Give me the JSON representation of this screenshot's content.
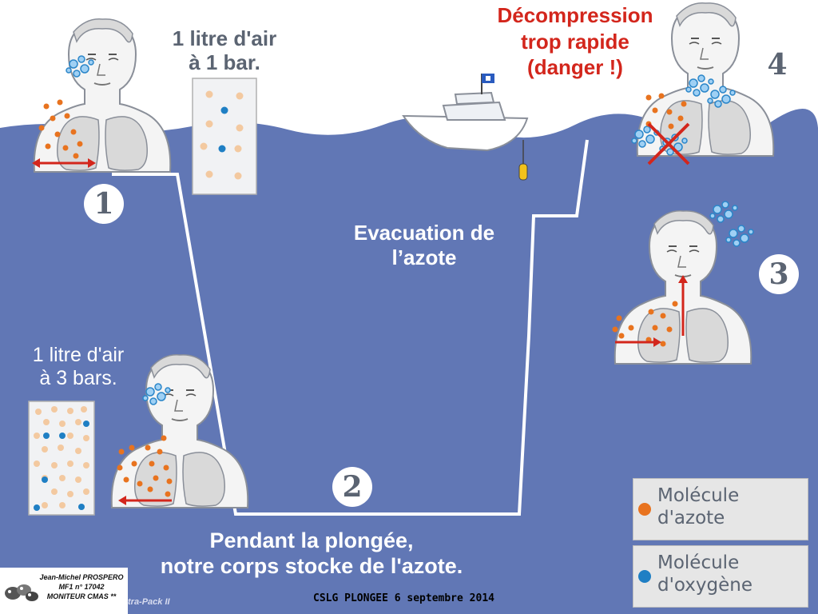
{
  "stage1": {
    "number": "1",
    "label_line1": "1 litre d'air",
    "label_line2": "à 1 bar."
  },
  "stage2": {
    "number": "2",
    "label_line1": "Pendant la plongée,",
    "label_line2": "notre corps stocke de l'azote."
  },
  "stage3": {
    "number": "3",
    "label_line1": "Evacuation de",
    "label_line2": "l’azote"
  },
  "stage4": {
    "number": "4",
    "label_line1": "Décompression",
    "label_line2": "trop rapide",
    "label_line3": "(danger !)"
  },
  "pressure_box": {
    "label_line1": "1 litre d'air",
    "label_line2": "à 3 bars."
  },
  "legend": {
    "nitrogen": {
      "line1": "Molécule",
      "line2": "d'azote",
      "color": "#e8731f"
    },
    "oxygen": {
      "line1": "Molécule",
      "line2": "d'oxygène",
      "color": "#1f7fc4"
    }
  },
  "author": {
    "name": "Jean-Michel PROSPERO",
    "line2": "MF1 n° 17042",
    "line3": "MONITEUR CMAS **"
  },
  "footer": "CSLG PLONGEE 6 septembre 2014",
  "software": "tra-Pack II",
  "colors": {
    "water": "#6177b5",
    "path": "#ffffff",
    "danger": "#d3261c",
    "text": "#5b6472"
  }
}
